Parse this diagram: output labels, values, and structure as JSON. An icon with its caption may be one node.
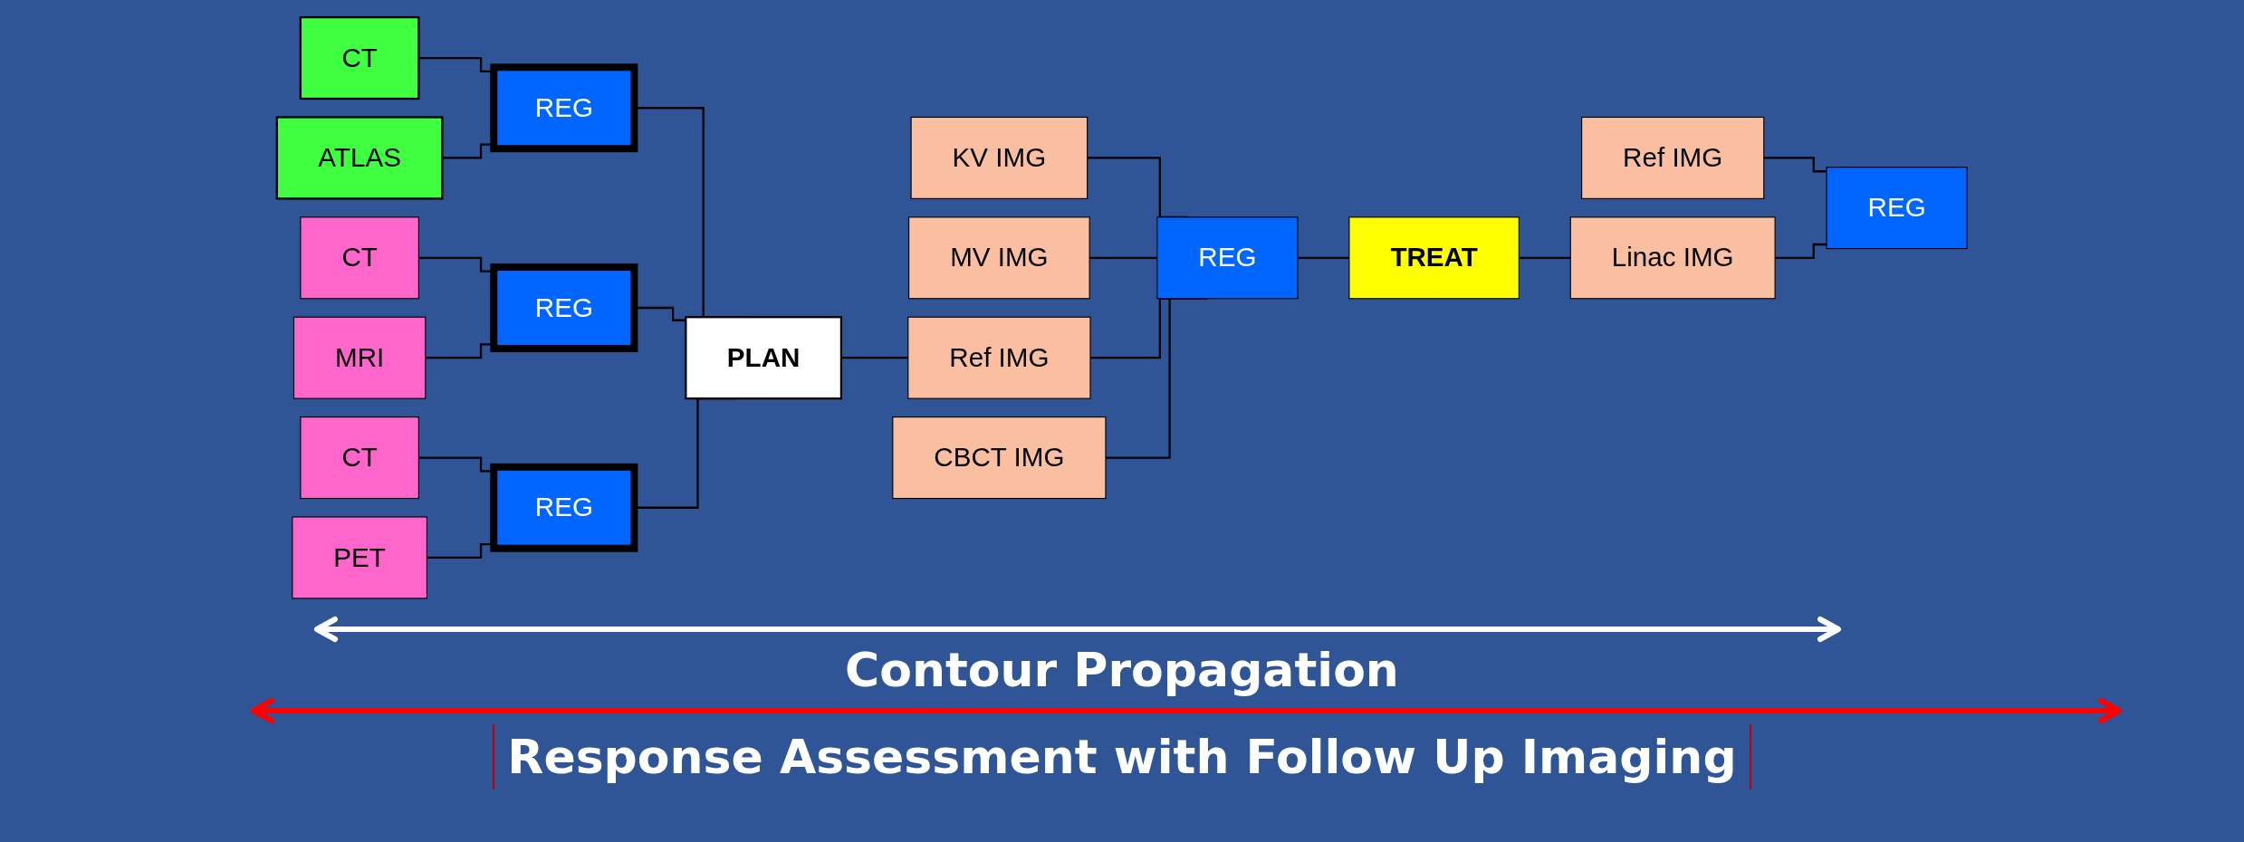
{
  "diagram": {
    "nodes": [
      {
        "text": [
          "CT"
        ]
      },
      {
        "text": [
          "ATLAS"
        ]
      },
      {
        "text": [
          "REG"
        ]
      },
      {
        "text": [
          "CT"
        ]
      },
      {
        "text": [
          "MRI"
        ]
      },
      {
        "text": [
          "REG"
        ]
      },
      {
        "text": [
          "CT"
        ]
      },
      {
        "text": [
          "PET"
        ]
      },
      {
        "text": [
          "REG"
        ]
      },
      {
        "text": [
          "PLAN"
        ]
      },
      {
        "text": [
          "KV IMG"
        ]
      },
      {
        "text": [
          "MV IMG"
        ]
      },
      {
        "text": [
          "Ref IMG"
        ]
      },
      {
        "text": [
          "CBCT IMG"
        ]
      },
      {
        "text": [
          "REG"
        ]
      },
      {
        "text": [
          "TREAT"
        ]
      },
      {
        "text": [
          "Ref IMG"
        ]
      },
      {
        "text": [
          "Linac IMG"
        ]
      },
      {
        "text": [
          "REG"
        ]
      }
    ],
    "edges": [
      {
        "from": 0,
        "to": 2,
        "arrow": "none"
      },
      {
        "from": 1,
        "to": 2,
        "arrow": "none"
      },
      {
        "from": 3,
        "to": 5,
        "arrow": "none"
      },
      {
        "from": 4,
        "to": 5,
        "arrow": "none"
      },
      {
        "from": 6,
        "to": 8,
        "arrow": "none"
      },
      {
        "from": 7,
        "to": 8,
        "arrow": "none"
      },
      {
        "from": 2,
        "to": 9,
        "arrow": "none"
      },
      {
        "from": 5,
        "to": 9,
        "arrow": "none"
      },
      {
        "from": 8,
        "to": 9,
        "arrow": "none"
      },
      {
        "from": 9,
        "to": 12,
        "arrow": "none"
      },
      {
        "from": 10,
        "to": 14,
        "arrow": "none"
      },
      {
        "from": 11,
        "to": 14,
        "arrow": "none"
      },
      {
        "from": 12,
        "to": 14,
        "arrow": "none"
      },
      {
        "from": 13,
        "to": 14,
        "arrow": "none"
      },
      {
        "from": 14,
        "to": 15,
        "arrow": "none"
      },
      {
        "from": 15,
        "to": 17,
        "arrow": "none"
      },
      {
        "from": 16,
        "to": 18,
        "arrow": "none"
      },
      {
        "from": 17,
        "to": 18,
        "arrow": "none"
      }
    ],
    "labels": [
      "Contour Propagation",
      "Response Assessment with Follow Up Imaging"
    ]
  }
}
